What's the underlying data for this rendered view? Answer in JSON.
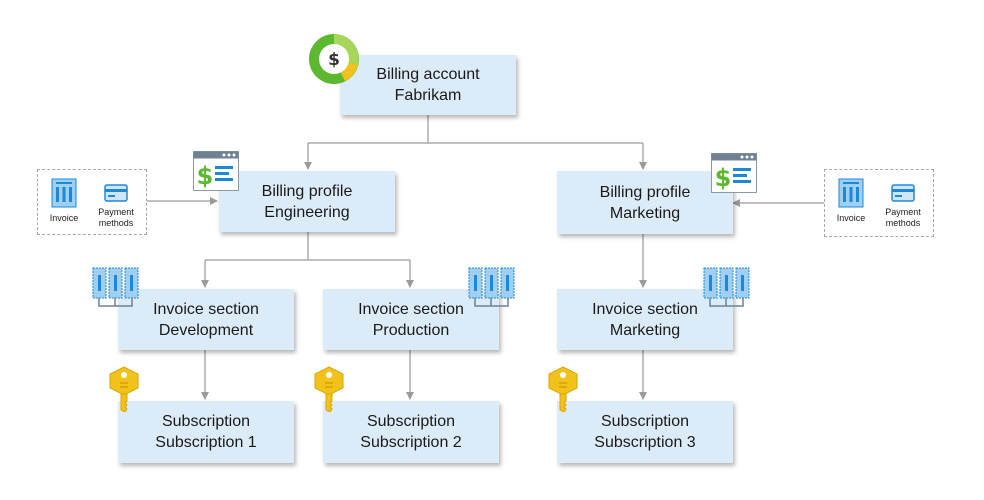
{
  "billing_account": {
    "line1": "Billing account",
    "line2": "Fabrikam"
  },
  "profiles": {
    "engineering": {
      "line1": "Billing profile",
      "line2": "Engineering"
    },
    "marketing": {
      "line1": "Billing profile",
      "line2": "Marketing"
    }
  },
  "invoice_sections": {
    "development": {
      "line1": "Invoice section",
      "line2": "Development"
    },
    "production": {
      "line1": "Invoice section",
      "line2": "Production"
    },
    "marketing": {
      "line1": "Invoice section",
      "line2": "Marketing"
    }
  },
  "subscriptions": {
    "s1": {
      "line1": "Subscription",
      "line2": "Subscription 1"
    },
    "s2": {
      "line1": "Subscription",
      "line2": "Subscription 2"
    },
    "s3": {
      "line1": "Subscription",
      "line2": "Subscription 3"
    }
  },
  "side_panels": {
    "invoice_label": "Invoice",
    "payment_line1": "Payment",
    "payment_line2": "methods"
  },
  "icons": {
    "billing_account": "dollar-donut-icon",
    "billing_profile": "billing-window-icon",
    "invoice_section": "invoice-documents-icon",
    "subscription": "key-icon",
    "invoice": "invoice-icon",
    "payment": "credit-card-icon"
  },
  "colors": {
    "node_fill": "#dcebf8",
    "connector": "#9a9a9a",
    "icon_blue": "#1e88d8",
    "dollar_green": "#5cb82e",
    "key_gold": "#f1c21b"
  }
}
